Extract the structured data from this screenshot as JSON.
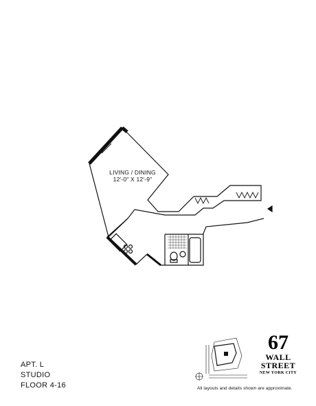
{
  "floorplan": {
    "room": {
      "name": "LIVING / DINING",
      "dimensions": "12'-0\" X 12'-9\""
    }
  },
  "apartment": {
    "unit": "APT. L",
    "type": "STUDIO",
    "floors": "FLOOR 4-16"
  },
  "brand": {
    "number": "67",
    "line1": "WALL",
    "line2": "STREET",
    "city": "NEW YORK CITY"
  },
  "disclaimer": "All layouts and details shown are approximate."
}
